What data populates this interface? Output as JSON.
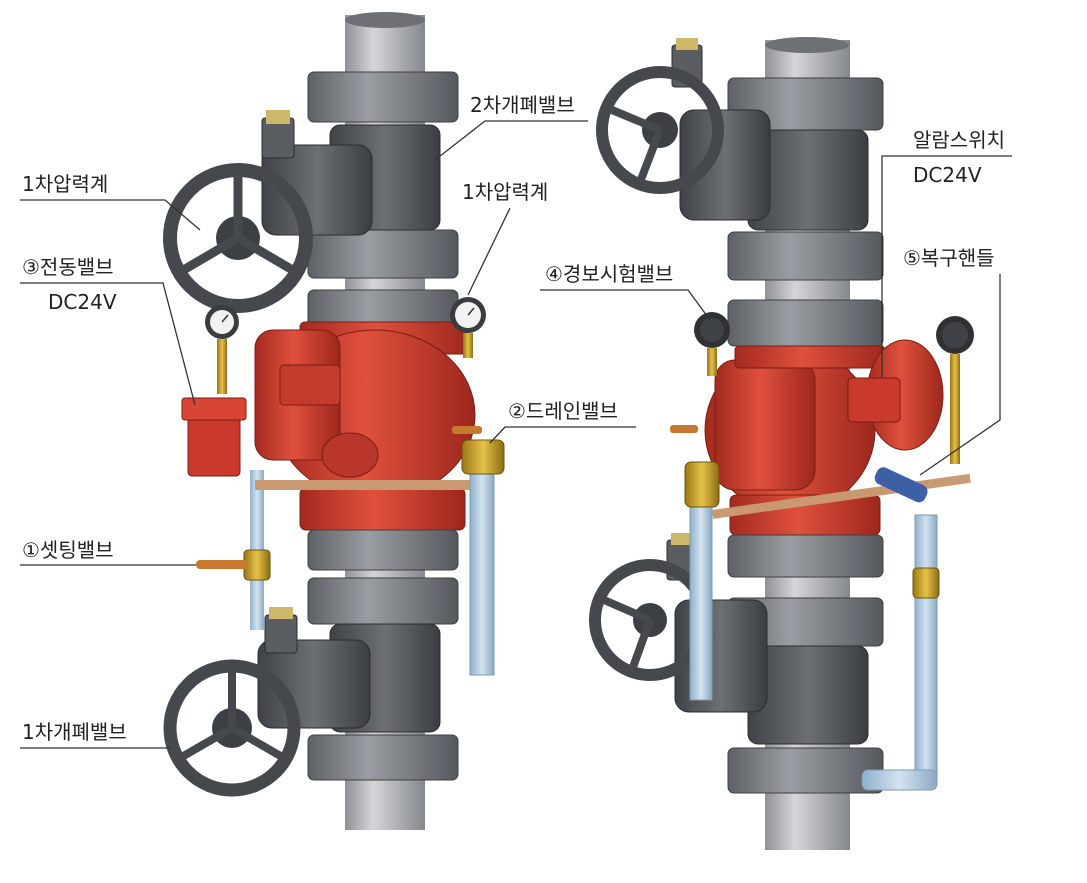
{
  "labels": {
    "primary_gauge_left": "1차압력계",
    "solenoid_valve": "③전동밸브",
    "solenoid_voltage": "DC24V",
    "setting_valve": "①셋팅밸브",
    "primary_shutoff_valve": "1차개폐밸브",
    "secondary_shutoff_valve": "2차개폐밸브",
    "primary_gauge_center": "1차압력계",
    "drain_valve": "②드레인밸브",
    "alarm_test_valve": "④경보시험밸브",
    "alarm_switch": "알람스위치",
    "alarm_switch_voltage": "DC24V",
    "reset_handle": "⑤복구핸들"
  },
  "colors": {
    "valve_body": "#d2402f",
    "pipe": "#b7b9bc",
    "flange": "#7d8186",
    "casting": "#5b5f64",
    "brass": "#c9a227",
    "water_line": "#aac6de",
    "handle": "#c9782f"
  }
}
